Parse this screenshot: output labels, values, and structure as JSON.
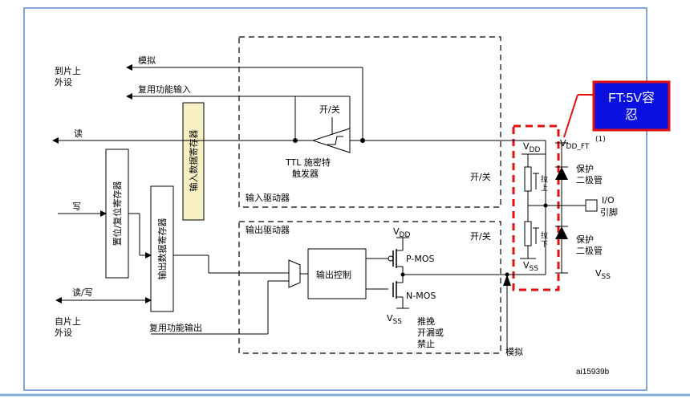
{
  "colors": {
    "frame_blue": "#7fa7d8",
    "fill_yellow": "#f7f0c4",
    "red": "#e01010",
    "callout_blue": "#0a10e0",
    "line": "#000000"
  },
  "labels": {
    "to_peripheral_1": "到片上",
    "to_peripheral_2": "外设",
    "analog_in": "模拟",
    "alt_func_in": "复用功能输入",
    "read": "读",
    "on_off_top": "开/关",
    "ttl_1": "TTL 施密特",
    "ttl_2": "触发器",
    "input_data_reg": "输入数据寄存器",
    "bit_set_reset_reg": "置位/复位寄存器",
    "output_data_reg": "输出数据寄存器",
    "write": "写",
    "read_write": "读/写",
    "from_peripheral_1": "自片上",
    "from_peripheral_2": "外设",
    "alt_func_out": "复用功能输出",
    "input_driver": "输入驱动器",
    "output_driver": "输出驱动器",
    "output_control": "输出控制",
    "on_off_mid": "开/关",
    "on_off_out": "开/关",
    "vdd": "V",
    "vdd_sub": "DD",
    "vss": "V",
    "vss_sub": "SS",
    "pmos": "P-MOS",
    "nmos": "N-MOS",
    "mode_1": "推挽",
    "mode_2": "开漏或",
    "mode_3": "禁止",
    "analog_out": "模拟",
    "pull_up": "上",
    "pull_up_top": "拉",
    "pull_down": "下",
    "pull_down_top": "拉",
    "vdd_ft": "V",
    "vdd_ft_sub": "DD_FT",
    "footnote_mark": "(1)",
    "protect_diode_1a": "保护",
    "protect_diode_1b": "二极管",
    "protect_diode_2a": "保护",
    "protect_diode_2b": "二极管",
    "io_1": "I/O",
    "io_2": "引脚",
    "ft_callout_1": "FT:5V容",
    "ft_callout_2": "忍",
    "figure_ref": "ai15939b"
  }
}
